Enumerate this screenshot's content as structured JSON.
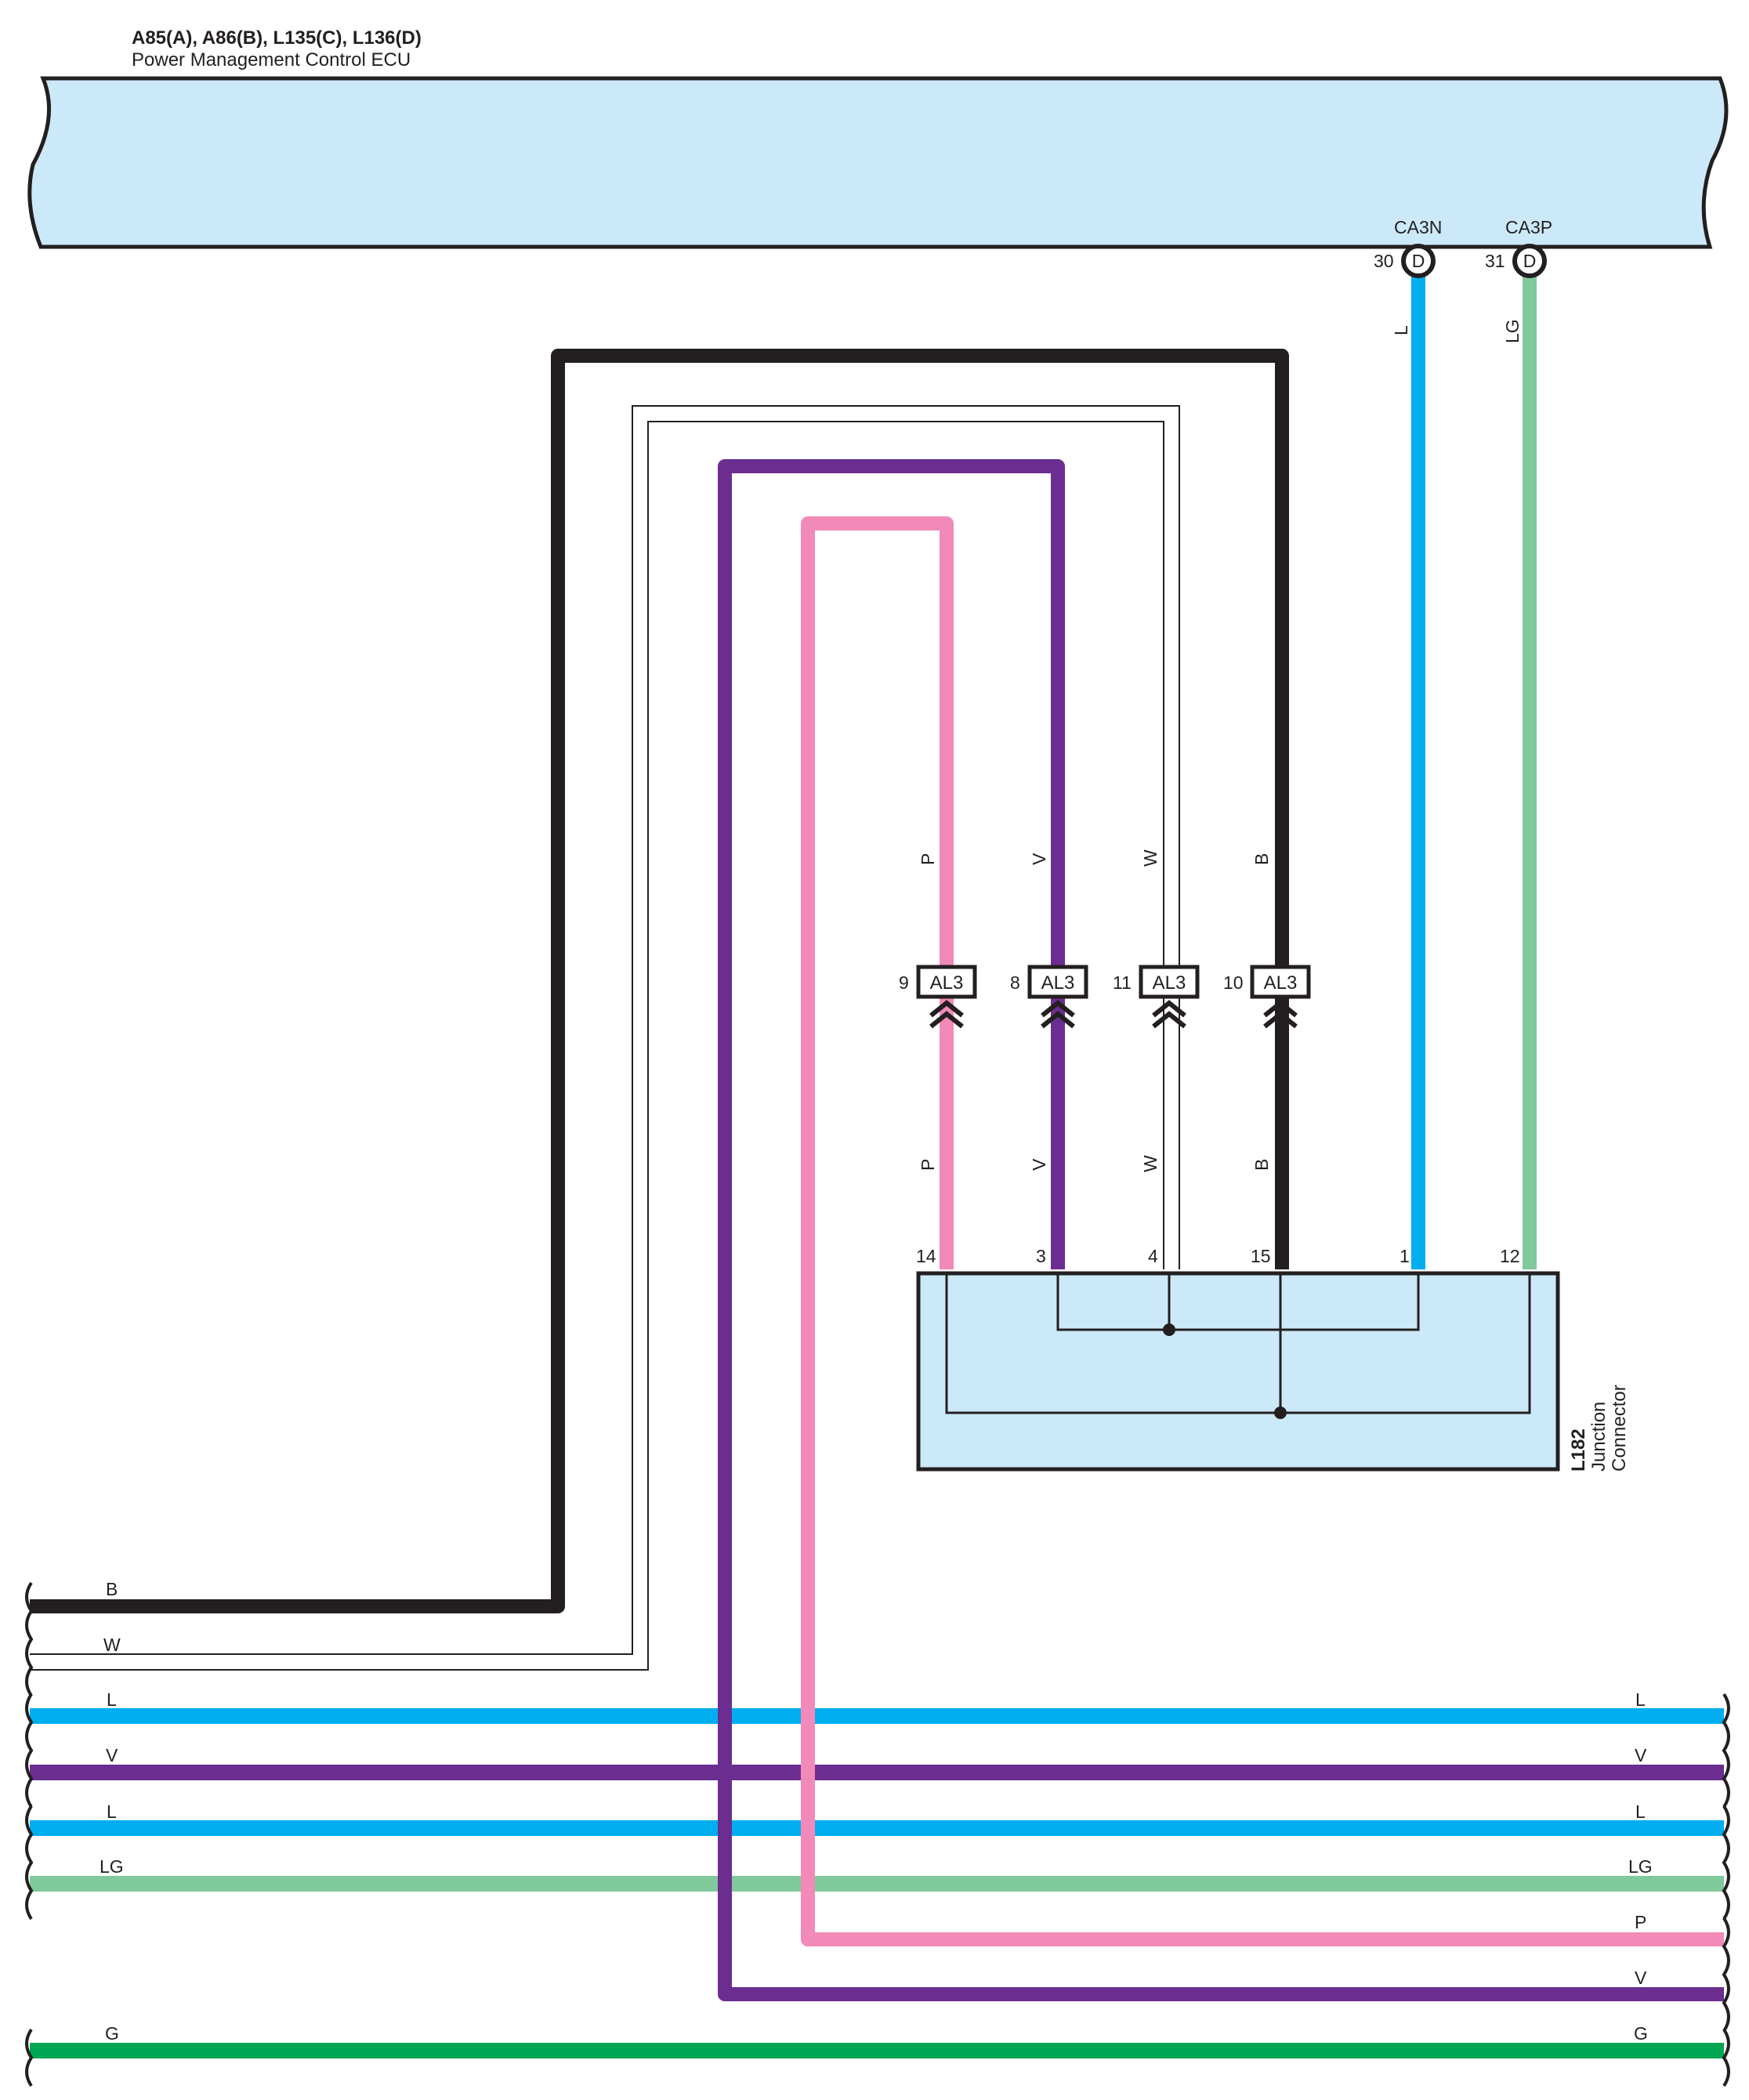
{
  "ecu": {
    "title_line1": "A85(A), A86(B), L135(C), L136(D)",
    "title_line2": "Power Management Control ECU",
    "fill": "#cce9f9",
    "terminals": [
      {
        "signal": "CA3N",
        "pin": "30",
        "connector": "D"
      },
      {
        "signal": "CA3P",
        "pin": "31",
        "connector": "D"
      }
    ]
  },
  "colors": {
    "B": "#231f20",
    "W": "#ffffff",
    "L": "#00aeef",
    "V": "#6b2d90",
    "P": "#f18ab8",
    "LG": "#7fc99b",
    "G": "#00a651",
    "box": "#cce9f9"
  },
  "wire_upper_labels": [
    "P",
    "V",
    "W",
    "B",
    "L",
    "LG"
  ],
  "wire_lower_labels": [
    "P",
    "V",
    "W",
    "B"
  ],
  "inline_connectors": [
    {
      "pin": "9",
      "code": "AL3"
    },
    {
      "pin": "8",
      "code": "AL3"
    },
    {
      "pin": "11",
      "code": "AL3"
    },
    {
      "pin": "10",
      "code": "AL3"
    }
  ],
  "junction": {
    "id": "L182",
    "line1": "Junction",
    "line2": "Connector",
    "pins": [
      "14",
      "3",
      "4",
      "15",
      "1",
      "12"
    ]
  },
  "bus_left_labels": [
    "B",
    "W",
    "L",
    "V",
    "L",
    "LG",
    "G"
  ],
  "bus_right_labels": [
    "L",
    "V",
    "L",
    "LG",
    "P",
    "V",
    "G"
  ]
}
